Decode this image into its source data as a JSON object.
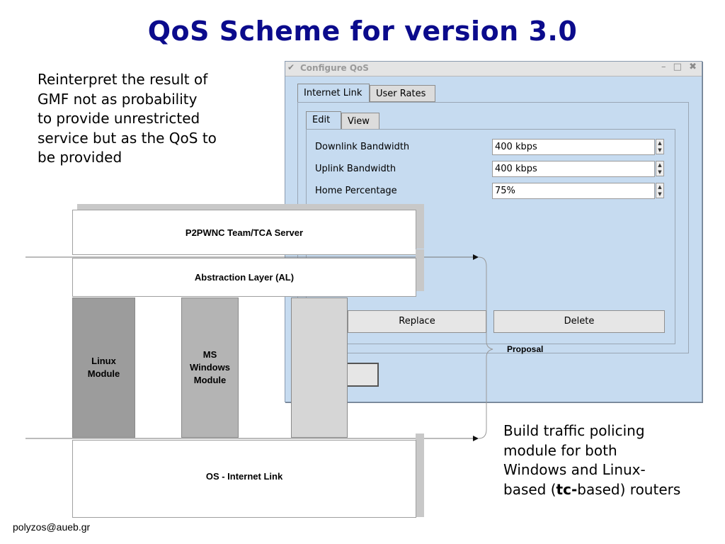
{
  "title": "QoS Scheme for version 3.0",
  "left_text": [
    "Reinterpret the result of",
    "GMF not as probability",
    "to provide unrestricted",
    "service but as the QoS to",
    "be provided"
  ],
  "dialog": {
    "title": "Configure QoS",
    "window_controls": "– □ ✖",
    "tabs": [
      "Internet Link",
      "User Rates"
    ],
    "subtabs": [
      "Edit",
      "View"
    ],
    "rows": [
      {
        "label": "Downlink Bandwidth",
        "value": "400 kbps"
      },
      {
        "label": "Uplink Bandwidth",
        "value": "400 kbps"
      },
      {
        "label": "Home Percentage",
        "value": "75%"
      }
    ],
    "buttons": {
      "replace": "Replace",
      "delete": "Delete"
    }
  },
  "blocks": {
    "server": "P2PWNC Team/TCA Server",
    "abstraction": "Abstraction Layer (AL)",
    "linux_module": [
      "Linux",
      "Module"
    ],
    "windows_module": [
      "MS",
      "Windows",
      "Module"
    ],
    "os": "OS - Internet Link"
  },
  "proposal_label": "Proposal",
  "right_text": {
    "line1": "Build traffic policing",
    "line2": "module for both",
    "line3": "Windows and Linux-",
    "line4_prefix": "based (",
    "line4_bold": "tc-",
    "line4_suffix": "based) routers"
  },
  "footer": "polyzos@aueb.gr",
  "colors": {
    "title": "#0b0b8c",
    "dialog_bg": "#c6dbf0",
    "linux_module": "#9c9c9c",
    "windows_module": "#b4b4b4",
    "third_module": "#d6d6d6",
    "block_shadow": "#c8c8c8"
  }
}
